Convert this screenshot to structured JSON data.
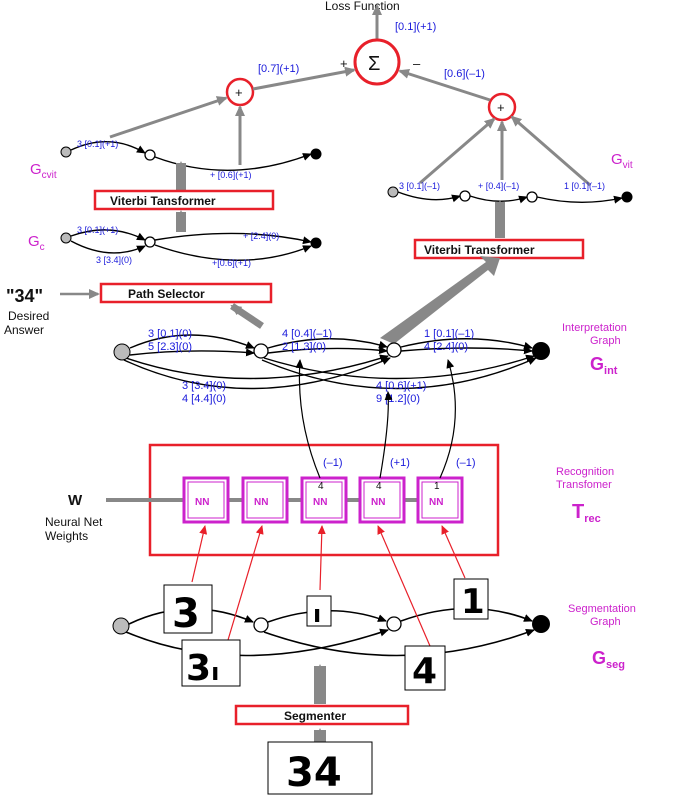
{
  "colors": {
    "red": "#e8202a",
    "magenta": "#cc22cc",
    "blue": "#1a1adb",
    "gray": "#888888"
  },
  "top": {
    "loss_function": "Loss Function",
    "loss_value": "[0.1](+1)",
    "sigma": "Σ",
    "plus_sign": "+",
    "minus_sign": "–",
    "left_input": "[0.7](+1)",
    "right_input": "[0.6](–1)",
    "adder_symbol": "+"
  },
  "left_branch": {
    "gcvit_label": "G",
    "gcvit_sub": "cvit",
    "gcvit_arc1": "3 [0.1](+1)",
    "gcvit_arc2": "+ [0.6](+1)",
    "viterbi_left": "Viterbi Tansformer",
    "gc_label": "G",
    "gc_sub": "c",
    "gc_arc1": "3 [0.1](+1)",
    "gc_arc2": "3 [3.4](0)",
    "gc_arc3": "+ [2.4](0)",
    "gc_arc4": "+[0.6](+1)",
    "path_selector": "Path Selector",
    "desired_value": "\"34\"",
    "desired_label_1": "Desired",
    "desired_label_2": "Answer"
  },
  "right_branch": {
    "gvit_label": "G",
    "gvit_sub": "vit",
    "gvit_arc1": "3 [0.1](–1)",
    "gvit_arc2": "+ [0.4](–1)",
    "gvit_arc3": "1 [0.1](–1)",
    "viterbi_right": "Viterbi Transformer"
  },
  "interpretation": {
    "title_1": "Interpretation",
    "title_2": "Graph",
    "g_label": "G",
    "g_sub": "int",
    "arcs": [
      "3 [0.1](0)",
      "5 [2.3](0)",
      "4 [0.4](–1)",
      "2 [1.3](0)",
      "1 [0.1](–1)",
      "4 [2.4](0)",
      "3 [3.4](0)",
      "4 [4.4](0)",
      "4 [0.6](+1)",
      "9 [1.2](0)"
    ]
  },
  "recognition": {
    "title_1": "Recognition",
    "title_2": "Transfomer",
    "t_label": "T",
    "t_sub": "rec",
    "w_label": "W",
    "weights_1": "Neural Net",
    "weights_2": "Weights",
    "nn_label": "NN",
    "top_labels": [
      "(–1)",
      "(+1)",
      "(–1)"
    ],
    "box_digits": [
      "4",
      "4",
      "1"
    ]
  },
  "segmentation": {
    "title_1": "Segmentation",
    "title_2": "Graph",
    "g_label": "G",
    "g_sub": "seg",
    "segmenter": "Segmenter",
    "glyph_3": "3",
    "glyph_l": "ı",
    "glyph_1": "1",
    "glyph_34a": "3",
    "glyph_34b": "4",
    "glyph_4": "4",
    "input_a": "3",
    "input_b": "4"
  }
}
